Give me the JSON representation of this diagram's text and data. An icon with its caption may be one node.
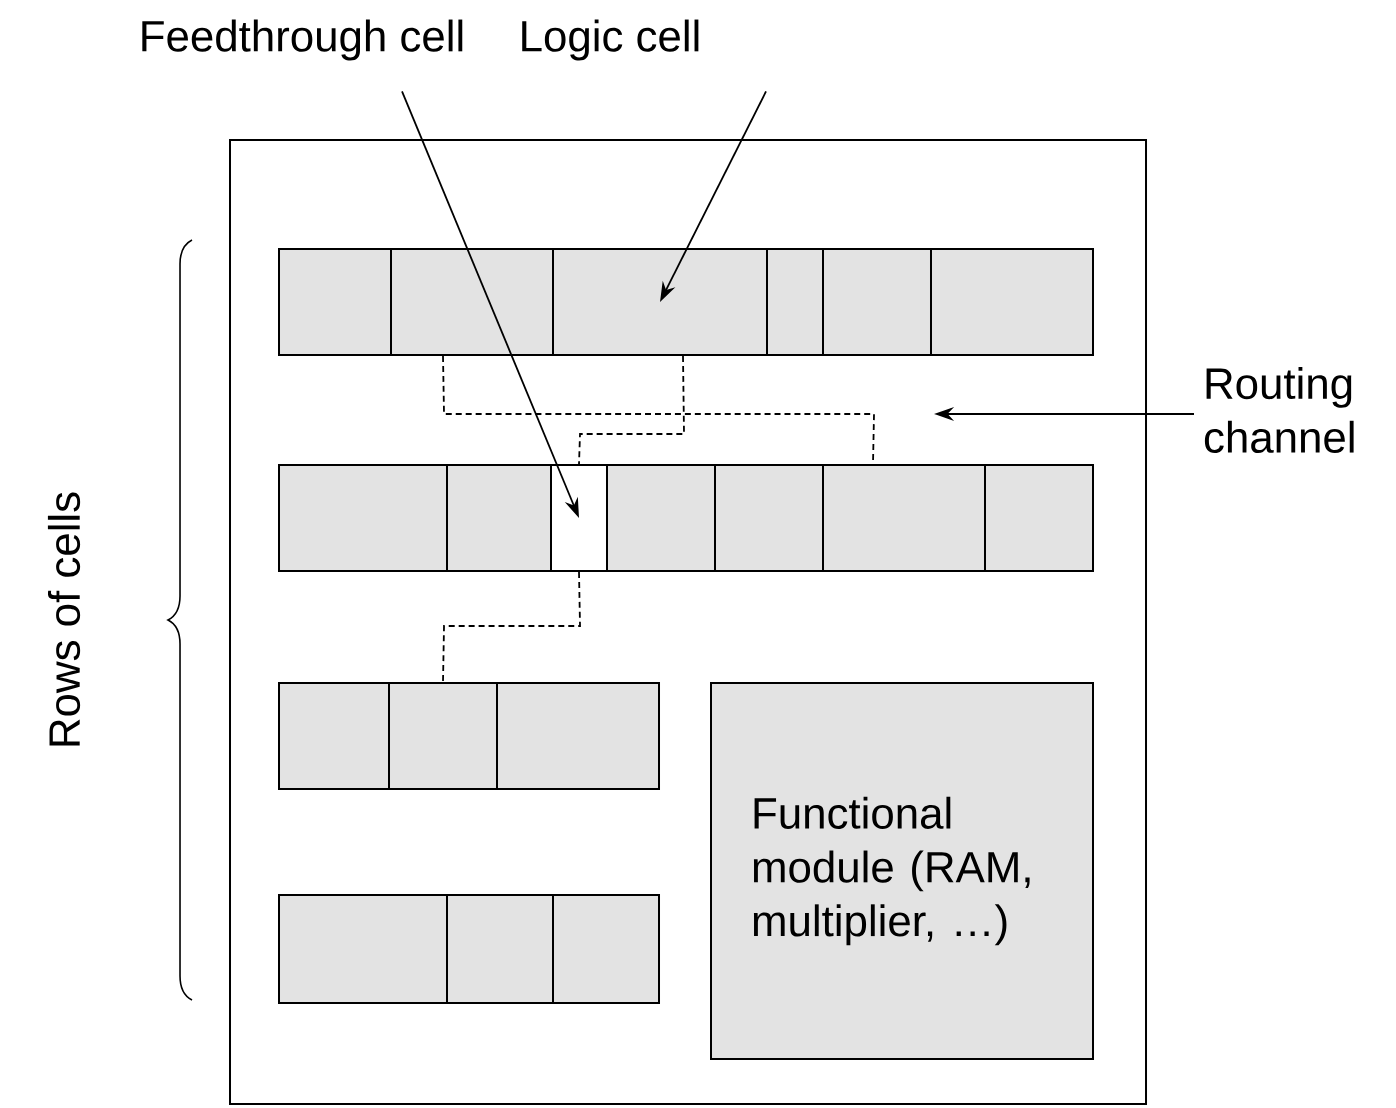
{
  "diagram": {
    "nodes": [
      {
        "text": [
          "Feedthrough cell"
        ]
      },
      {
        "text": [
          "Logic cell"
        ]
      },
      {
        "text": [],
        "shape": "box"
      },
      {
        "text": [],
        "shape": "box",
        "in": 2
      },
      {
        "text": [],
        "shape": "box",
        "in": 2
      },
      {
        "text": [],
        "shape": "box",
        "in": 2
      },
      {
        "text": [],
        "shape": "box",
        "in": 2
      },
      {
        "text": [],
        "shape": "box",
        "in": 2
      },
      {
        "text": [],
        "shape": "box",
        "in": 2
      },
      {
        "text": [
          "Routing channel"
        ]
      },
      {
        "text": [],
        "shape": "box",
        "in": 2
      },
      {
        "text": [],
        "shape": "box",
        "in": 2
      },
      {
        "text": [],
        "shape": "box",
        "in": 2
      },
      {
        "text": [],
        "shape": "box",
        "in": 2
      },
      {
        "text": [],
        "shape": "box",
        "in": 2
      },
      {
        "text": [],
        "shape": "box",
        "in": 2
      },
      {
        "text": [],
        "shape": "box",
        "in": 2
      },
      {
        "text": [],
        "shape": "box",
        "in": 2
      },
      {
        "text": [],
        "shape": "box",
        "in": 2
      },
      {
        "text": [],
        "shape": "box",
        "in": 2
      },
      {
        "text": [],
        "shape": "box",
        "in": 2
      },
      {
        "text": [],
        "shape": "box",
        "in": 2
      },
      {
        "text": [],
        "shape": "box",
        "in": 2
      },
      {
        "text": [
          "Functional module (RAM, multiplier, …)"
        ],
        "in": 2
      }
    ],
    "edges": [
      {
        "from": 0,
        "to": 12,
        "arrow": "to"
      },
      {
        "from": 1,
        "to": 5,
        "arrow": "to"
      },
      {
        "from": 9,
        "to": null,
        "arrow": "to"
      },
      {
        "from": 4,
        "to": 15,
        "arrow": "none",
        "style": "dashed"
      },
      {
        "from": 5,
        "to": 12,
        "arrow": "none",
        "style": "dashed"
      },
      {
        "from": 12,
        "to": 18,
        "arrow": "none",
        "style": "dashed"
      }
    ],
    "labels": [
      "Rows of cells"
    ]
  }
}
